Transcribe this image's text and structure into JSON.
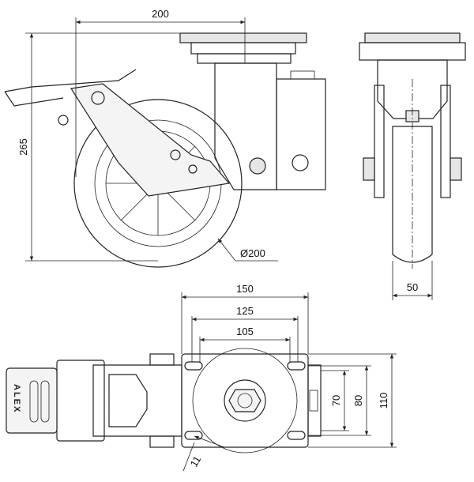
{
  "dimensions": {
    "top_width": "200",
    "overall_height": "265",
    "wheel_diameter": "Ø200",
    "wheel_width": "50",
    "plate_width": "150",
    "hole_spacing_125": "125",
    "hole_spacing_105": "105",
    "plate_depth": "110",
    "hole_spacing_80": "80",
    "hole_spacing_70": "70",
    "hole_diameter": "11"
  },
  "brake_logo": "ALEX"
}
